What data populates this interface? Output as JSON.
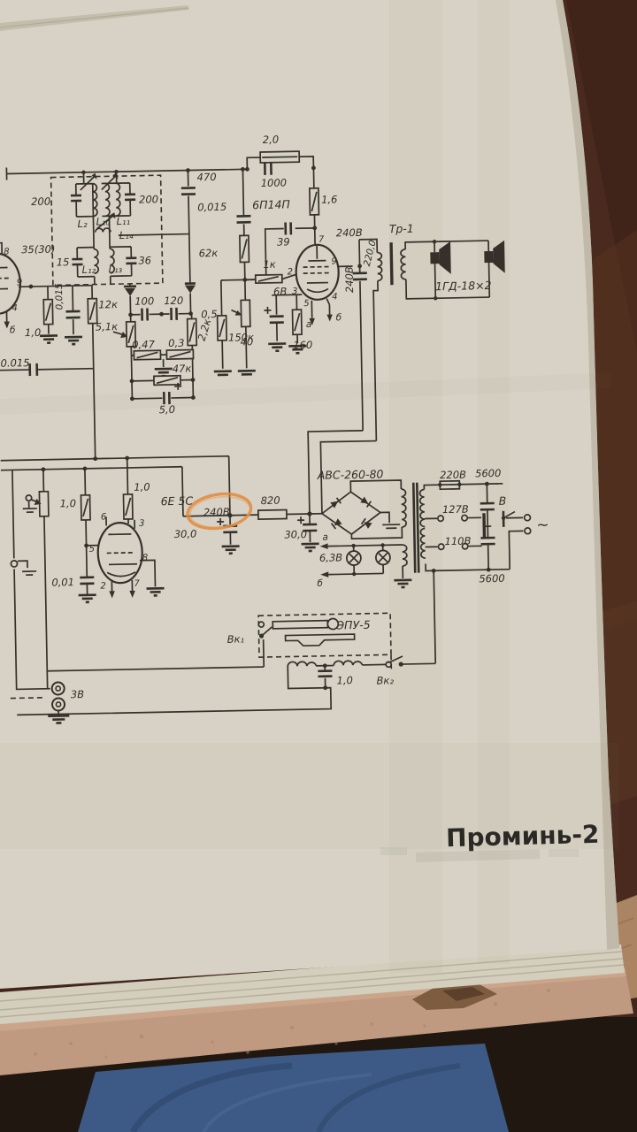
{
  "title": {
    "text": "Проминь-2"
  },
  "colors": {
    "paper": "#d7d2c5",
    "ink": "#35312a",
    "marker_orange": "#e0893c",
    "wood_dark": "#47291f",
    "wood_light": "#b08a69",
    "table_edge": "#c29a82",
    "jeans_blue": "#3c5a85"
  },
  "labels": [
    {
      "t": "2,0"
    },
    {
      "t": "1000"
    },
    {
      "t": "0,015"
    },
    {
      "t": "6П14П"
    },
    {
      "t": "1,6"
    },
    {
      "t": "39"
    },
    {
      "t": "7"
    },
    {
      "t": "240В"
    },
    {
      "t": "Тр-1"
    },
    {
      "t": "220,0"
    },
    {
      "t": "240В"
    },
    {
      "t": "9"
    },
    {
      "t": "1ГД-18×2"
    },
    {
      "t": "470"
    },
    {
      "t": "200"
    },
    {
      "t": "200"
    },
    {
      "t": "L₂"
    },
    {
      "t": "L₁₀"
    },
    {
      "t": "L₁₁"
    },
    {
      "t": "L₁₄"
    },
    {
      "t": "15"
    },
    {
      "t": "L₁₂"
    },
    {
      "t": "L₁₃"
    },
    {
      "t": "36"
    },
    {
      "t": "35(30)"
    },
    {
      "t": "8"
    },
    {
      "t": "9"
    },
    {
      "t": "4"
    },
    {
      "t": "б"
    },
    {
      "t": "1,0"
    },
    {
      "t": "0,015"
    },
    {
      "t": "12к"
    },
    {
      "t": "62к"
    },
    {
      "t": "100"
    },
    {
      "t": "120"
    },
    {
      "t": "2,2к"
    },
    {
      "t": "5,1к"
    },
    {
      "t": "0,47"
    },
    {
      "t": "0,3"
    },
    {
      "t": "47к"
    },
    {
      "t": "5,0"
    },
    {
      "t": "1к"
    },
    {
      "t": "6В"
    },
    {
      "t": "2"
    },
    {
      "t": "3"
    },
    {
      "t": "5"
    },
    {
      "t": "а"
    },
    {
      "t": "4"
    },
    {
      "t": "б"
    },
    {
      "t": "40"
    },
    {
      "t": "160"
    },
    {
      "t": "0,5"
    },
    {
      "t": "150к"
    },
    {
      "t": "0.015"
    },
    {
      "t": "6Е 5С"
    },
    {
      "t": "1,0"
    },
    {
      "t": "1,0"
    },
    {
      "t": "6"
    },
    {
      "t": "3"
    },
    {
      "t": "5"
    },
    {
      "t": "8"
    },
    {
      "t": "2"
    },
    {
      "t": "7"
    },
    {
      "t": "0,01"
    },
    {
      "t": "240В"
    },
    {
      "t": "30,0"
    },
    {
      "t": "820"
    },
    {
      "t": "АВС-260-80"
    },
    {
      "t": "30,0"
    },
    {
      "t": "6,3В"
    },
    {
      "t": "а"
    },
    {
      "t": "б"
    },
    {
      "t": "220В"
    },
    {
      "t": "5600"
    },
    {
      "t": "127В"
    },
    {
      "t": "110В"
    },
    {
      "t": "5600"
    },
    {
      "t": "В"
    },
    {
      "t": "~"
    },
    {
      "t": "ЭПУ-5"
    },
    {
      "t": "Вк₁"
    },
    {
      "t": "1,0"
    },
    {
      "t": "Вк₂"
    },
    {
      "t": "3В"
    }
  ]
}
